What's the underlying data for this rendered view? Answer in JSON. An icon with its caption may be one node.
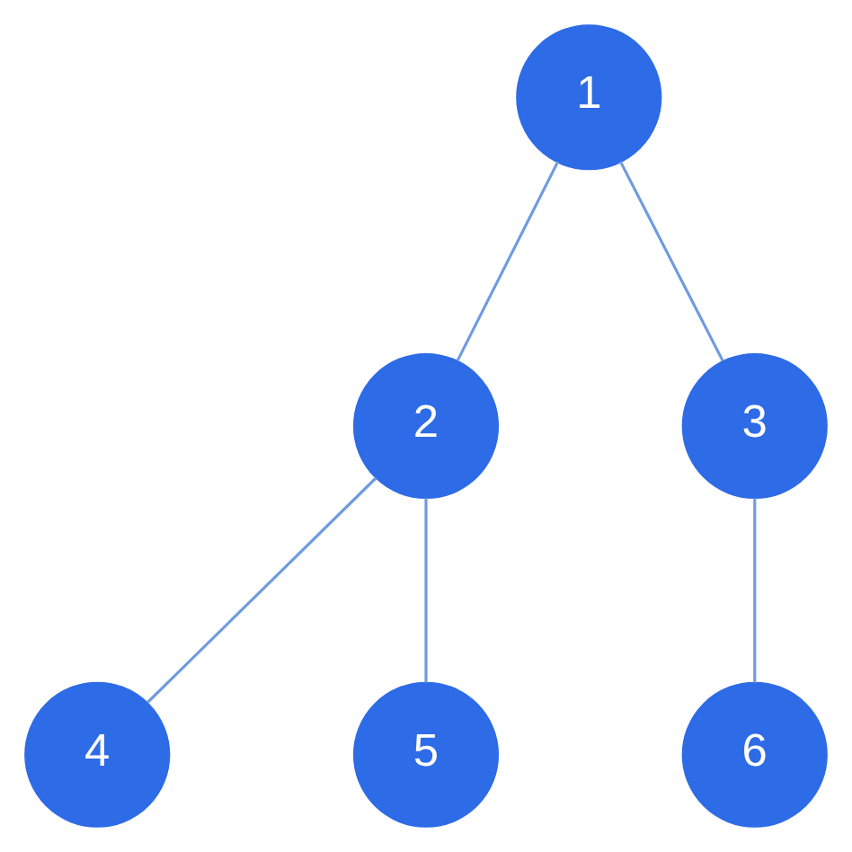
{
  "diagram": {
    "nodes": [
      {
        "text": [
          "1"
        ]
      },
      {
        "text": [
          "2"
        ]
      },
      {
        "text": [
          "3"
        ]
      },
      {
        "text": [
          "4"
        ]
      },
      {
        "text": [
          "5"
        ]
      },
      {
        "text": [
          "6"
        ]
      }
    ],
    "edges": [
      {
        "from": 0,
        "to": 1,
        "arrow": "none"
      },
      {
        "from": 0,
        "to": 2,
        "arrow": "none"
      },
      {
        "from": 1,
        "to": 3,
        "arrow": "none"
      },
      {
        "from": 1,
        "to": 4,
        "arrow": "none"
      },
      {
        "from": 2,
        "to": 5,
        "arrow": "none"
      }
    ]
  }
}
